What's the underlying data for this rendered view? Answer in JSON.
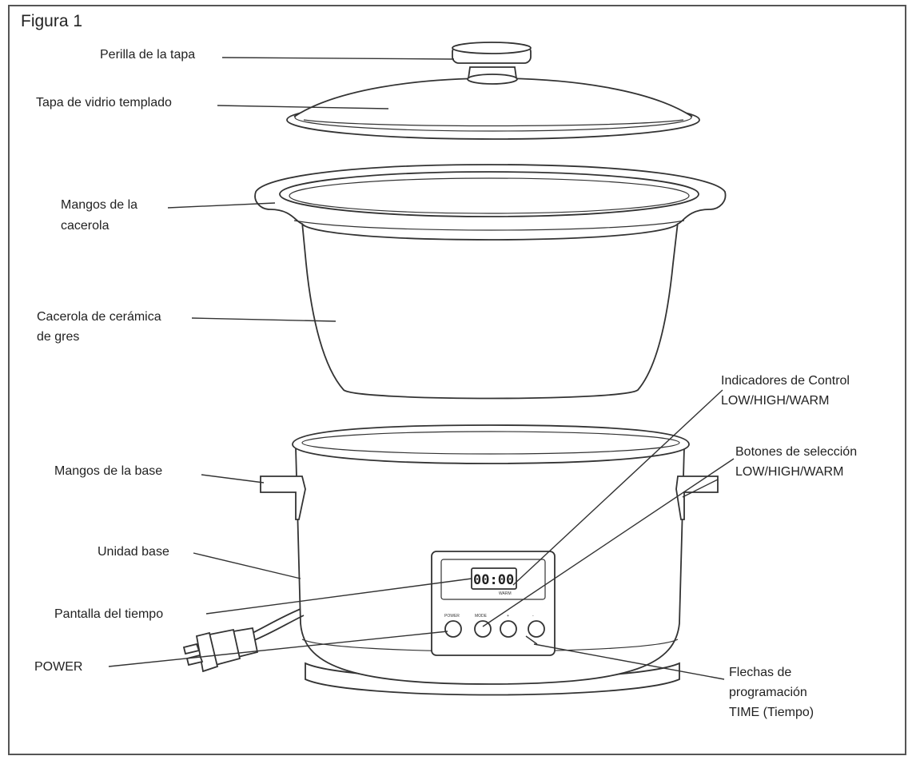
{
  "figure": {
    "title": "Figura 1"
  },
  "labels": {
    "lid_knob": "Perilla de la tapa",
    "glass_lid": "Tapa de vidrio templado",
    "pot_handles_1": "Mangos de la",
    "pot_handles_2": "cacerola",
    "stoneware_1": "Cacerola de cerámica",
    "stoneware_2": "de gres",
    "base_handles": "Mangos de la base",
    "base_unit": "Unidad base",
    "time_display": "Pantalla del tiempo",
    "power": "POWER",
    "indicators_1": "Indicadores de Control",
    "indicators_2": "LOW/HIGH/WARM",
    "selection_1": "Botones de selección",
    "selection_2": "LOW/HIGH/WARM",
    "arrows_1": "Flechas de",
    "arrows_2": "programación",
    "arrows_3": "TIME (Tiempo)"
  },
  "control_panel": {
    "display_value": "00:00",
    "display_mode": "WARM",
    "button_labels": [
      "POWER",
      "MODE",
      "+",
      "-"
    ]
  }
}
